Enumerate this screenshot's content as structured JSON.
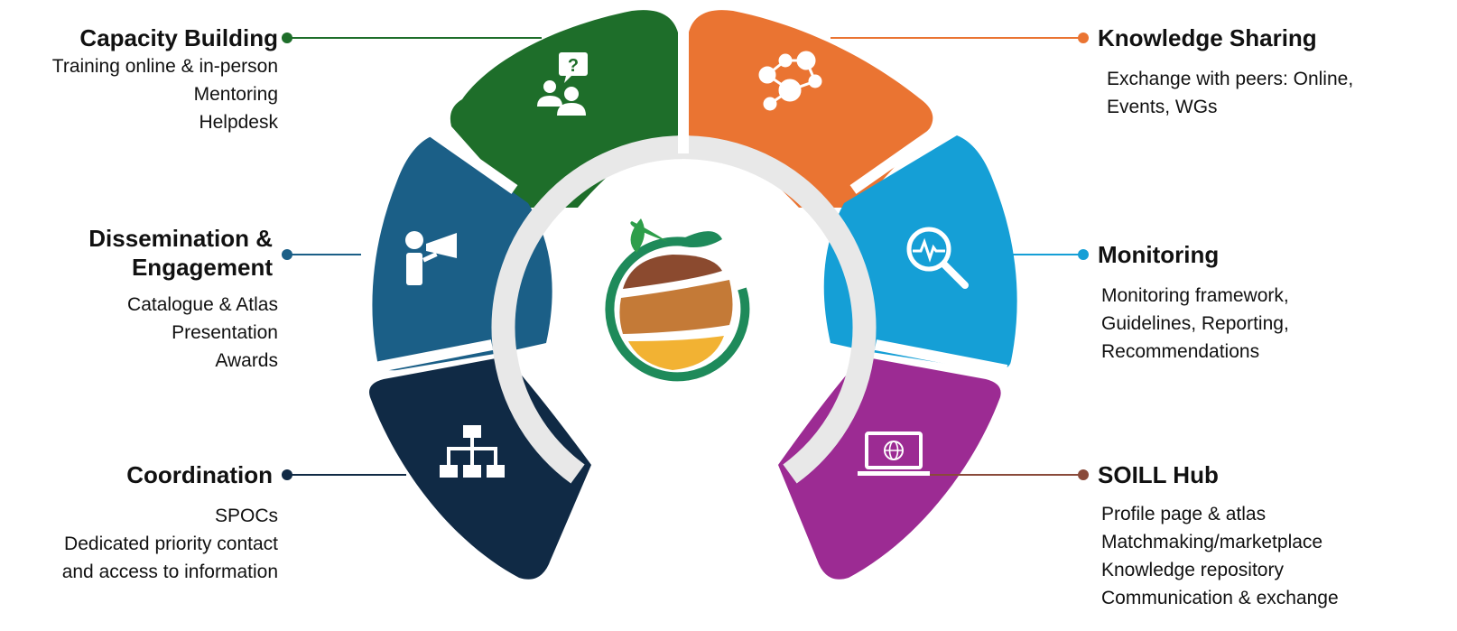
{
  "center_logo": {
    "name": "leaf-fruit-logo"
  },
  "segments": [
    {
      "id": "capacity-building",
      "title": "Capacity Building",
      "color": "#1e6e2a",
      "icon": "people-question-icon",
      "lines": [
        "Training online & in-person",
        "Mentoring",
        "Helpdesk"
      ]
    },
    {
      "id": "knowledge-sharing",
      "title": "Knowledge Sharing",
      "color": "#ea7432",
      "icon": "network-icon",
      "lines": [
        "Exchange with peers: Online,",
        "Events, WGs"
      ]
    },
    {
      "id": "dissemination",
      "title_lines": [
        "Dissemination &",
        "Engagement"
      ],
      "color": "#1b5f87",
      "icon": "megaphone-person-icon",
      "lines": [
        "Catalogue & Atlas",
        "Presentation",
        "Awards"
      ]
    },
    {
      "id": "monitoring",
      "title": "Monitoring",
      "color": "#159fd6",
      "icon": "search-pulse-icon",
      "lines": [
        "Monitoring framework,",
        "Guidelines, Reporting,",
        "Recommendations"
      ]
    },
    {
      "id": "coordination",
      "title": "Coordination",
      "color": "#102a45",
      "icon": "org-chart-icon",
      "lines": [
        "SPOCs",
        "Dedicated priority contact",
        "and access to information"
      ]
    },
    {
      "id": "soill-hub",
      "title": "SOILL Hub",
      "color": "#9c2b93",
      "line_color": "#8a4a3a",
      "icon": "laptop-globe-icon",
      "lines": [
        "Profile page & atlas",
        "Matchmaking/marketplace",
        "Knowledge repository",
        "Communication & exchange"
      ]
    }
  ]
}
